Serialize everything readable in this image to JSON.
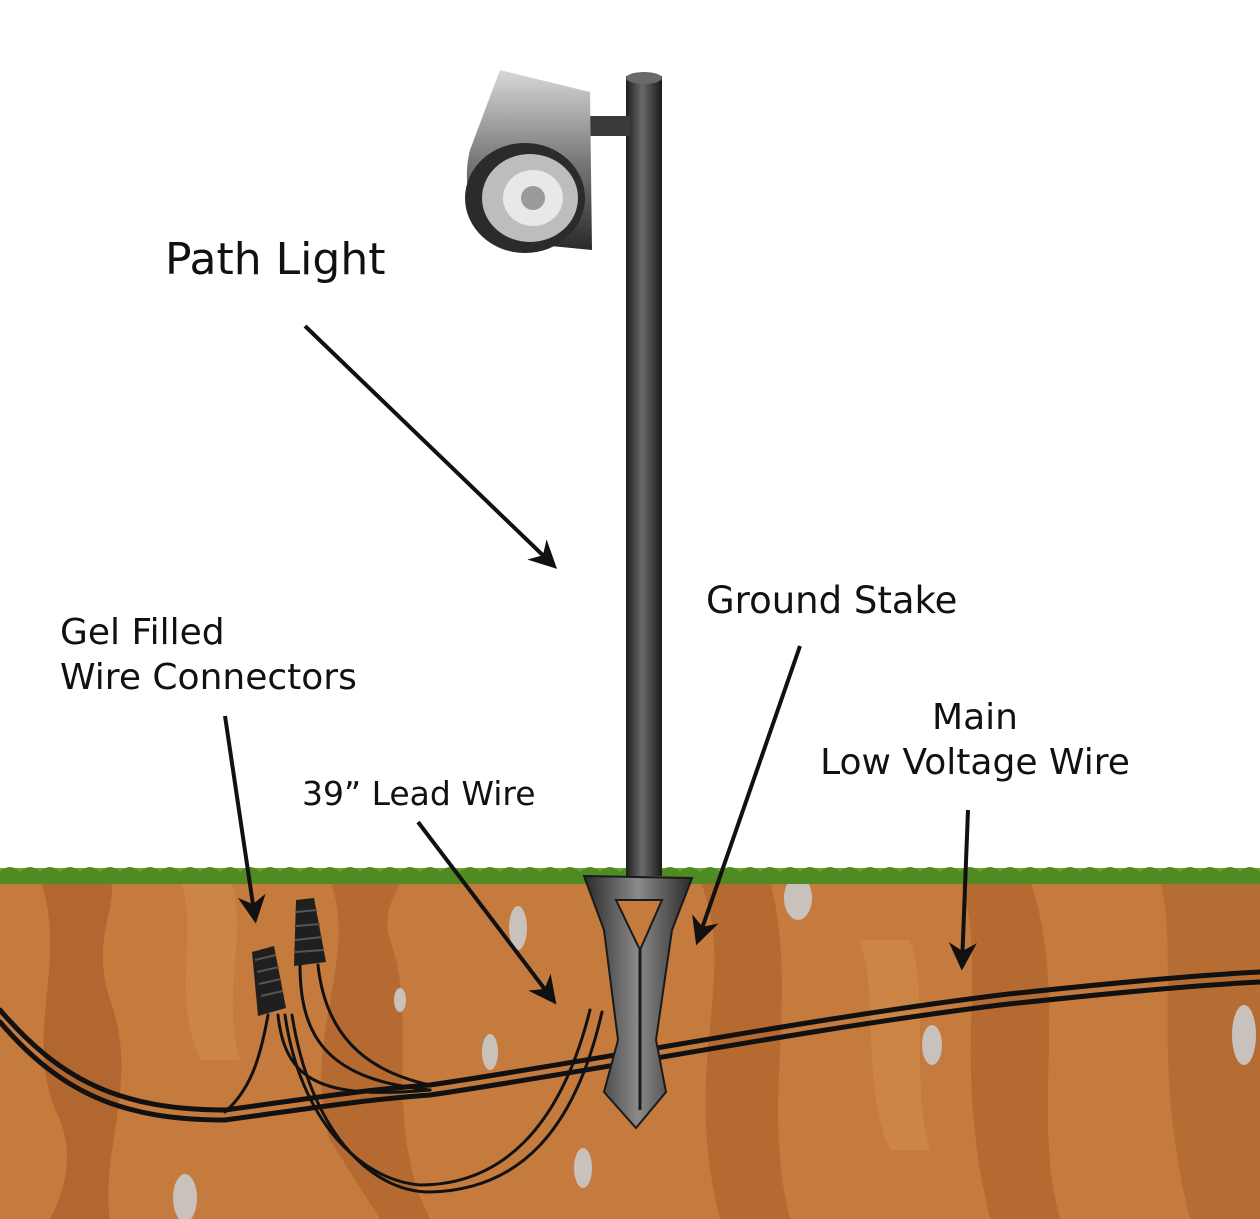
{
  "labels": {
    "path_light": "Path Light",
    "ground_stake": "Ground Stake",
    "gel_filled_line1": "Gel Filled",
    "gel_filled_line2": "Wire Connectors",
    "lead_wire": "39” Lead Wire",
    "main_line1": "Main",
    "main_line2": "Low Voltage Wire"
  },
  "colors": {
    "soil": "#c57a3e",
    "soil_dark": "#a85f2a",
    "grass": "#6aa632",
    "wire": "#111111",
    "fixture": "#3a3a3a"
  }
}
